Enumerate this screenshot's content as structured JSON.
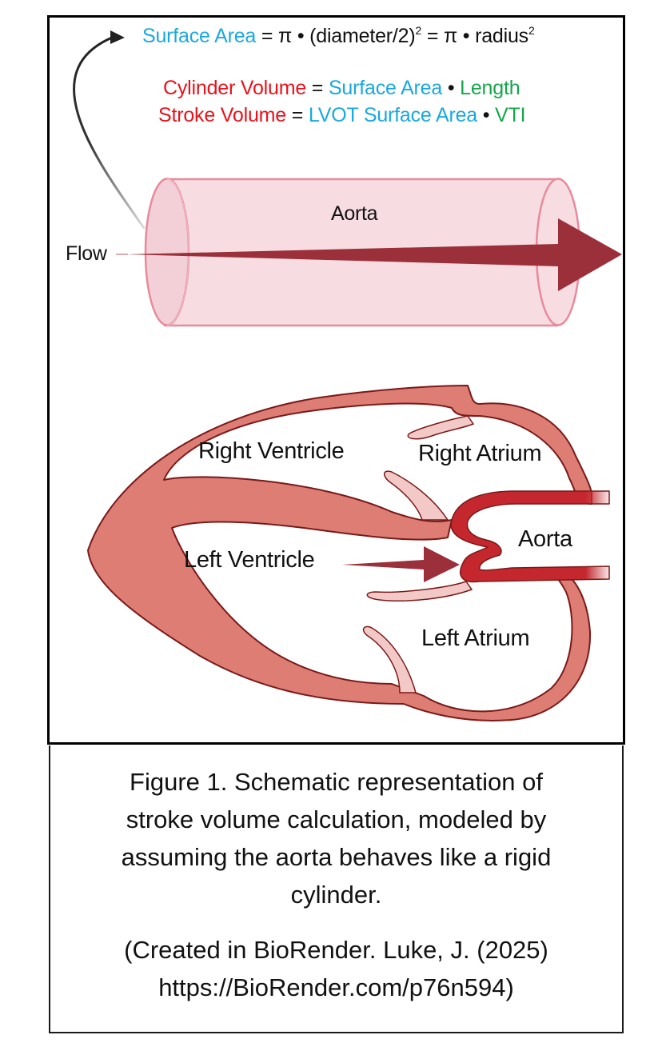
{
  "equations": {
    "surface_area": {
      "term": "Surface Area",
      "rest_1": " = π • (diameter/2)",
      "exp_1": "2",
      "rest_2": " = π • radius",
      "exp_2": "2"
    },
    "cylinder_volume": {
      "term": "Cylinder Volume",
      "eq": " = ",
      "area": "Surface Area",
      "dot": " • ",
      "length": "Length"
    },
    "stroke_volume": {
      "term": "Stroke Volume",
      "eq": " = ",
      "area": "LVOT Surface Area",
      "dot": " • ",
      "vti": "VTI"
    }
  },
  "labels": {
    "flow": "Flow",
    "cylinder_aorta": "Aorta",
    "right_ventricle": "Right Ventricle",
    "right_atrium": "Right Atrium",
    "heart_aorta": "Aorta",
    "left_ventricle": "Left Ventricle",
    "left_atrium": "Left Atrium"
  },
  "caption": {
    "lines": [
      "Figure 1. Schematic representation of",
      "stroke volume calculation, modeled by",
      "assuming the aorta behaves like a rigid",
      "cylinder."
    ],
    "credit_lines": [
      "(Created in BioRender. Luke, J. (2025)",
      "https://BioRender.com/p76n594)"
    ]
  },
  "colors": {
    "surface_area_term": "#1aa8e0",
    "volume_term": "#e8121b",
    "length_term": "#15a64b",
    "cylinder_fill": "#f7dde2",
    "cylinder_stroke": "#e88a9b",
    "flow_arrow": "#9b2f3a",
    "heart_wall": "#de7d74",
    "heart_outline": "#7a1a1a",
    "aorta_vessel": "#c4282e",
    "valve": "#f3c9c7"
  }
}
